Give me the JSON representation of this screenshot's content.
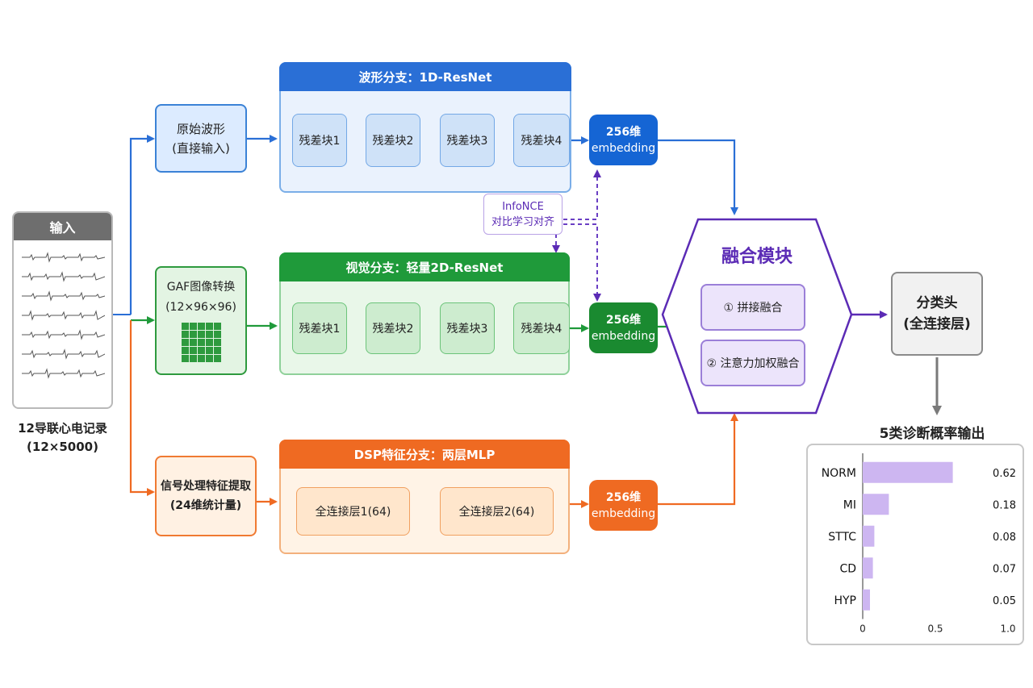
{
  "input": {
    "header": "输入",
    "caption_line1": "12导联心电记录",
    "caption_line2": "(12×5000)"
  },
  "waveform": {
    "box_line1": "原始波形",
    "box_line2": "(直接输入)",
    "branch_title": "波形分支：1D-ResNet",
    "blocks": [
      "残差块1",
      "残差块2",
      "残差块3",
      "残差块4"
    ],
    "emb_line1": "256维",
    "emb_line2": "embedding"
  },
  "visual": {
    "box_line1": "GAF图像转换",
    "box_line2": "(12×96×96)",
    "branch_title": "视觉分支：轻量2D-ResNet",
    "blocks": [
      "残差块1",
      "残差块2",
      "残差块3",
      "残差块4"
    ],
    "emb_line1": "256维",
    "emb_line2": "embedding"
  },
  "dsp": {
    "box_line1": "信号处理特征提取",
    "box_line2": "(24维统计量)",
    "branch_title": "DSP特征分支：两层MLP",
    "blocks": [
      "全连接层1(64)",
      "全连接层2(64)"
    ],
    "emb_line1": "256维",
    "emb_line2": "embedding"
  },
  "infonce": {
    "line1": "InfoNCE",
    "line2": "对比学习对齐"
  },
  "fusion": {
    "title": "融合模块",
    "item1": "① 拼接融合",
    "item2": "② 注意力加权融合"
  },
  "classifier": {
    "line1": "分类头",
    "line2": "(全连接层)"
  },
  "colors": {
    "blue": "#2a6fd6",
    "green": "#1f9a3a",
    "orange": "#ef6a22",
    "purple": "#5b2bb5",
    "bar": "#cdb6f1"
  },
  "chart_data": {
    "type": "bar",
    "orientation": "horizontal",
    "title": "5类诊断概率输出",
    "categories": [
      "NORM",
      "MI",
      "STTC",
      "CD",
      "HYP"
    ],
    "values": [
      0.62,
      0.18,
      0.08,
      0.07,
      0.05
    ],
    "value_labels": [
      "0.62",
      "0.18",
      "0.08",
      "0.07",
      "0.05"
    ],
    "xlim": [
      0,
      1.0
    ],
    "xticks": [
      "0",
      "0.5",
      "1.0"
    ],
    "grid": false
  }
}
